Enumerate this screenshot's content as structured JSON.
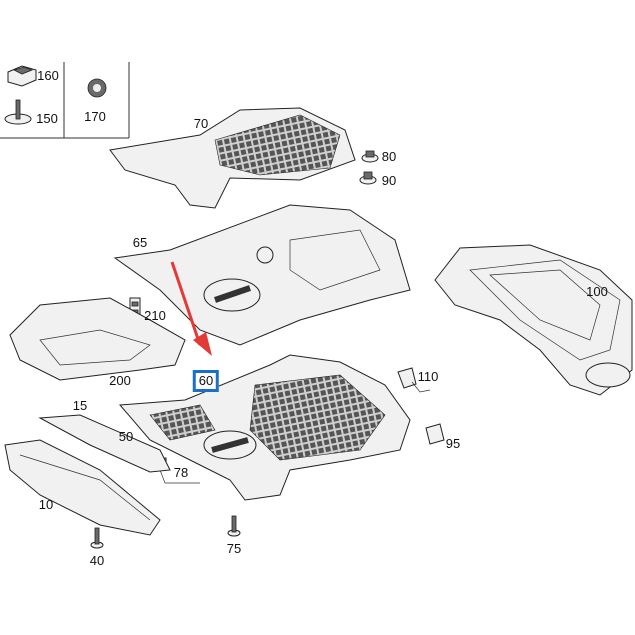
{
  "title": "Underbody panelling parts diagram",
  "accent_color": "#1a6fc9",
  "arrow_color": "#e53935",
  "highlighted_part": "60",
  "legend_box": {
    "items": [
      "160",
      "150",
      "170"
    ]
  },
  "parts": {
    "p160": "160",
    "p150": "150",
    "p170": "170",
    "p70": "70",
    "p80": "80",
    "p90": "90",
    "p65": "65",
    "p210": "210",
    "p100": "100",
    "p110": "110",
    "p60": "60",
    "p200": "200",
    "p15": "15",
    "p50": "50",
    "p95": "95",
    "p78": "78",
    "p10": "10",
    "p75": "75",
    "p40": "40"
  }
}
